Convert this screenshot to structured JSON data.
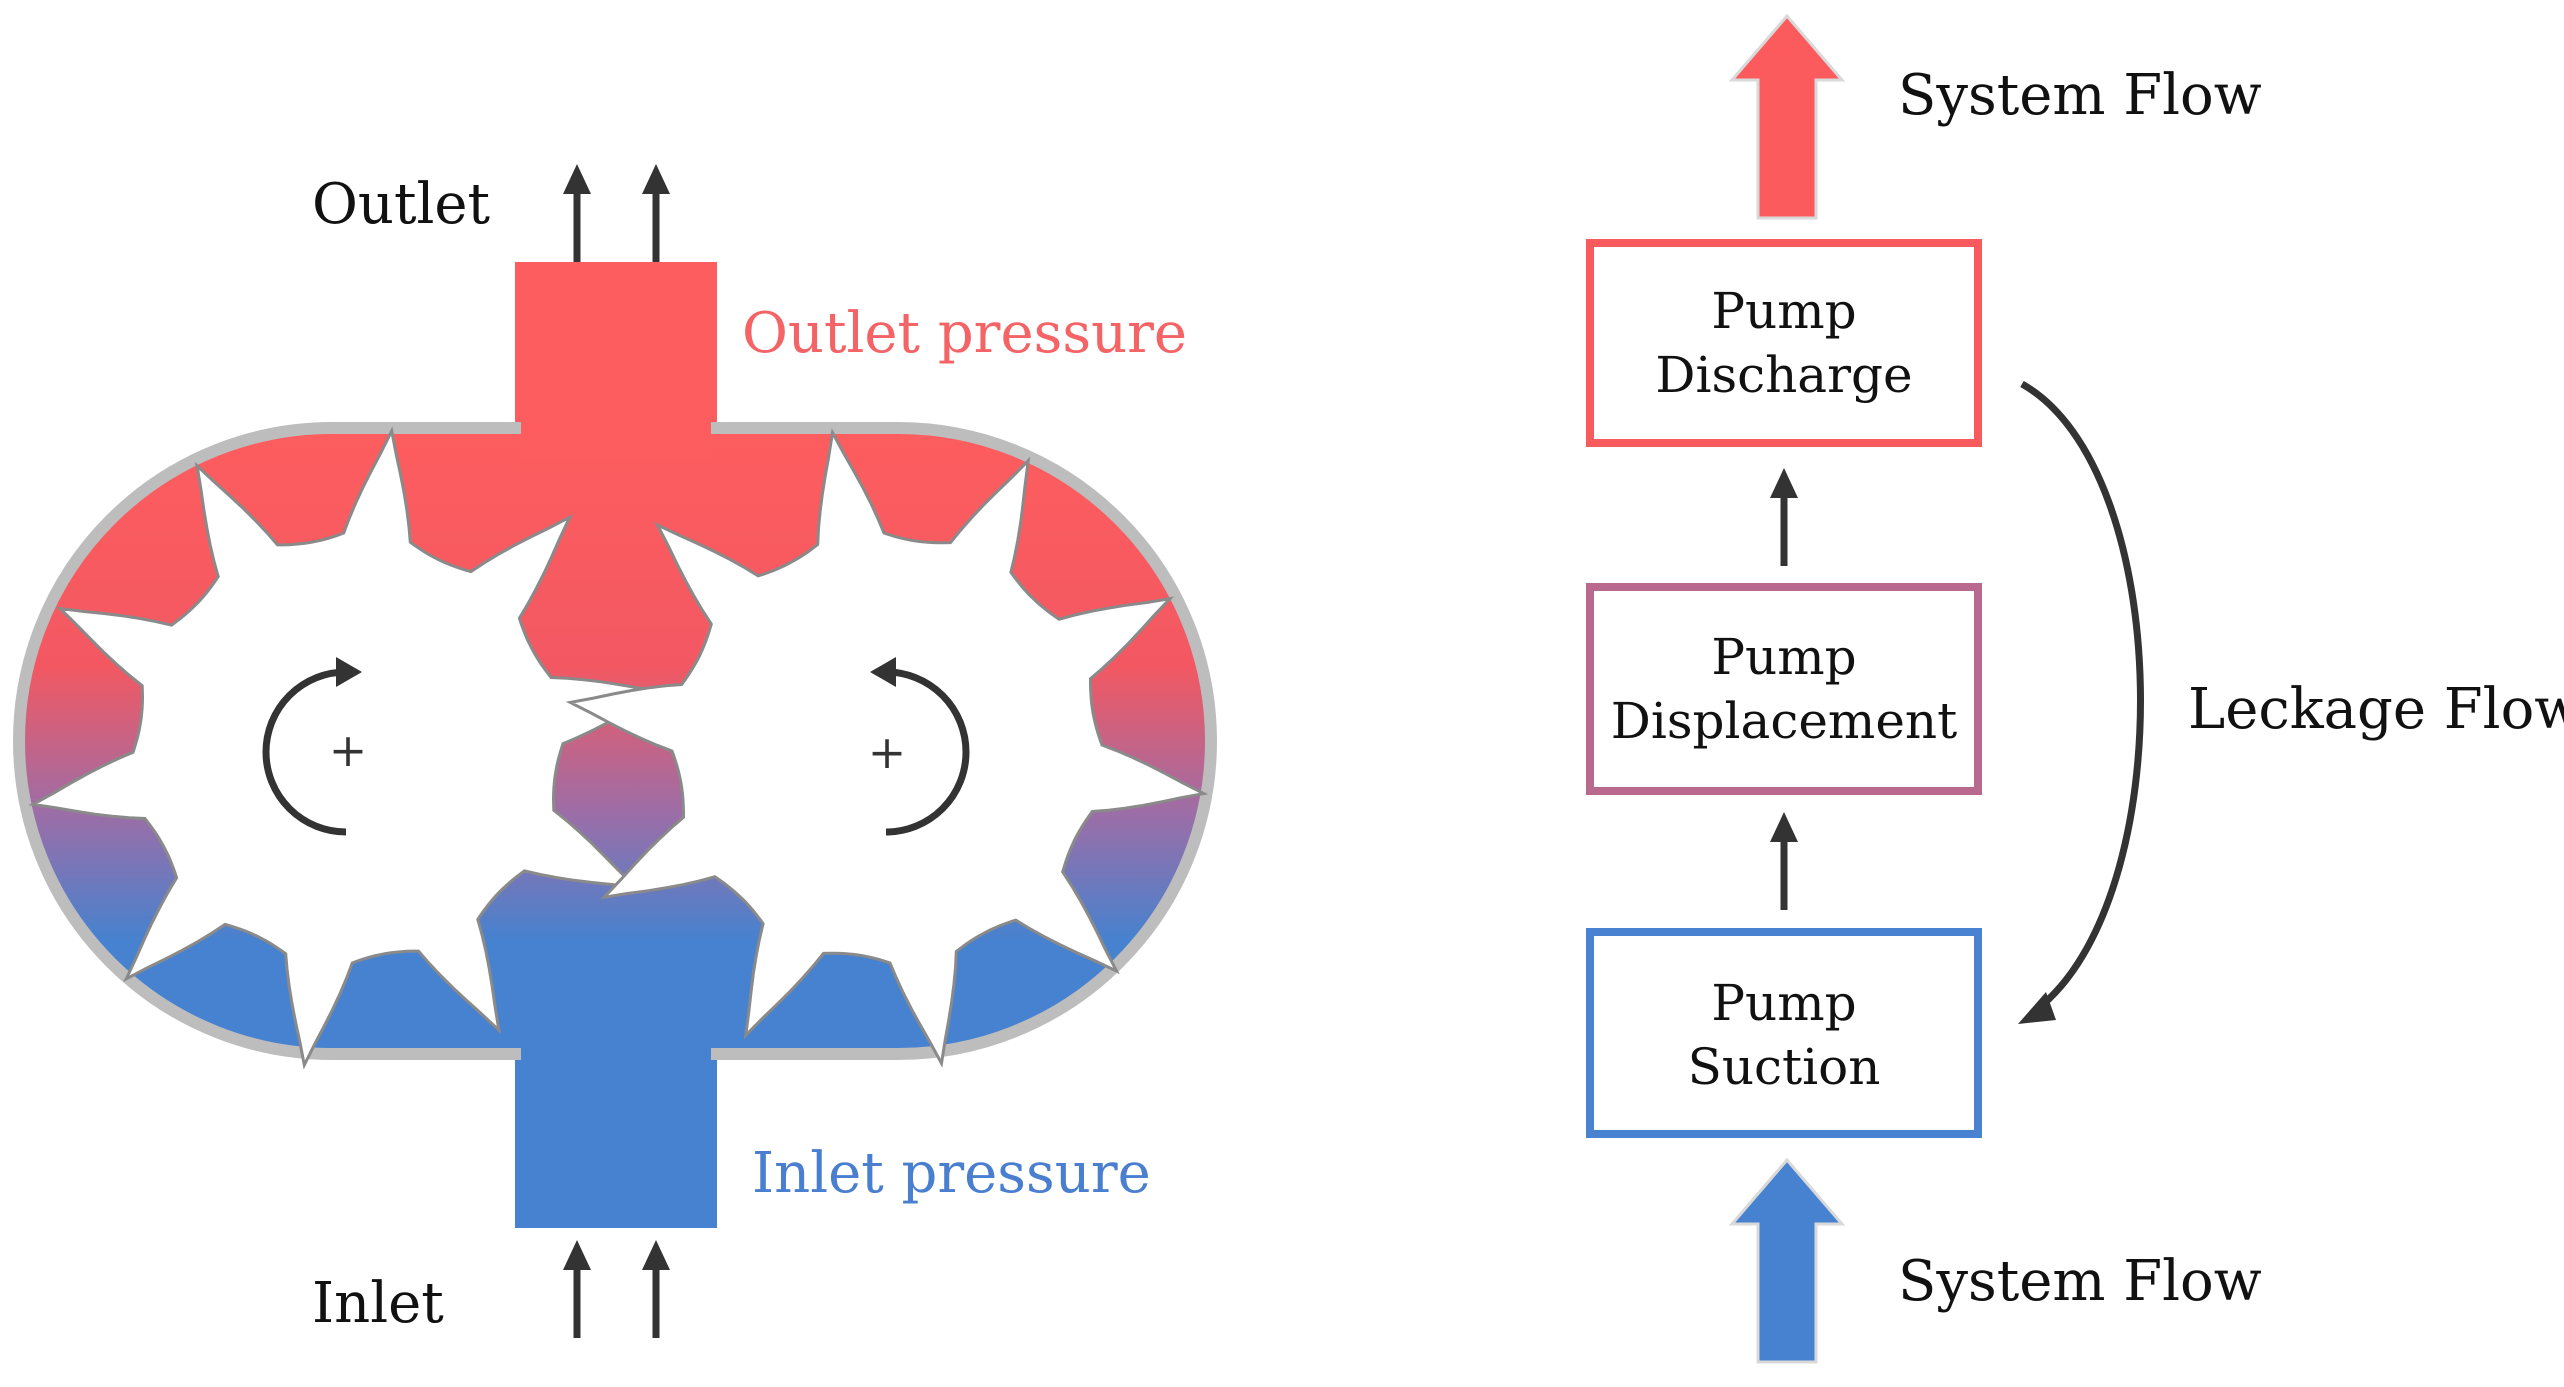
{
  "pump_diagram": {
    "outlet_label": "Outlet",
    "inlet_label": "Inlet",
    "outlet_pressure_label": "Outlet pressure",
    "inlet_pressure_label": "Inlet pressure",
    "gear_center_symbol": "+",
    "gears": [
      {
        "name": "left-gear",
        "teeth": 10,
        "rotation": "clockwise"
      },
      {
        "name": "right-gear",
        "teeth": 10,
        "rotation": "counter-clockwise"
      }
    ]
  },
  "flow_diagram": {
    "top_flow_label": "System Flow",
    "bottom_flow_label": "System Flow",
    "leakage_label": "Leckage Flow",
    "boxes": [
      {
        "line1": "Pump",
        "line2": "Discharge",
        "color": "#f85a5e"
      },
      {
        "line1": "Pump",
        "line2": "Displacement",
        "color": "#b8698d"
      },
      {
        "line1": "Pump",
        "line2": "Suction",
        "color": "#4a82d2"
      }
    ]
  },
  "colors": {
    "outlet_red": "#fd5d5e",
    "inlet_blue": "#4682cf",
    "mid_purple": "#9a6ea8",
    "outline_gray": "#bdbdbd",
    "arrow_dark": "#333333",
    "outlet_text": "#f46365",
    "inlet_text": "#4a7fd0"
  }
}
